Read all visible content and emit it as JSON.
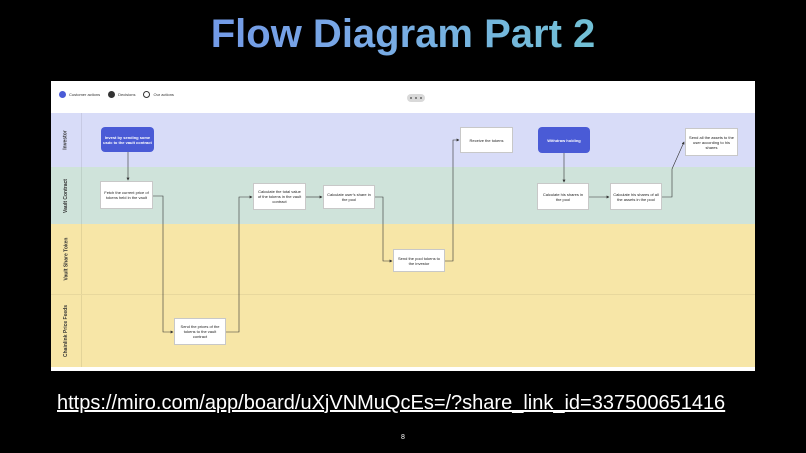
{
  "slide": {
    "title": "Flow Diagram Part 2",
    "url": "https://miro.com/app/board/uXjVNMuQcEs=/?share_link_id=337500651416",
    "page_number": "8"
  },
  "legend": [
    {
      "label": "Customer actions",
      "style": "filled",
      "color": "#4a5bd6"
    },
    {
      "label": "Decisions",
      "style": "filled",
      "color": "#333333"
    },
    {
      "label": "Our actions",
      "style": "hollow",
      "color": "#333333"
    }
  ],
  "lanes": [
    {
      "label": "Investor",
      "color": "#d8dcf8"
    },
    {
      "label": "Vault Contract",
      "color": "#cfe3da"
    },
    {
      "label": "Vault Share Token",
      "color": "#f7e6a7"
    },
    {
      "label": "Chainlink Price Feeds",
      "color": "#f7e6a7"
    }
  ],
  "nodes": [
    {
      "text": "Invest by sending some usdc to the vault contract",
      "type": "customer"
    },
    {
      "text": "Fetch the current price of tokens held in the vault",
      "type": "ours"
    },
    {
      "text": "Send the prices of the tokens to the vault contract",
      "type": "ours"
    },
    {
      "text": "Calculate the total value of the tokens in the vault contract",
      "type": "ours"
    },
    {
      "text": "Calculate user's share in the pool",
      "type": "ours"
    },
    {
      "text": "Send the pool tokens to the investor",
      "type": "ours"
    },
    {
      "text": "Receive the tokens",
      "type": "ours"
    },
    {
      "text": "Withdraw holding",
      "type": "customer"
    },
    {
      "text": "Calculate his shares in the pool",
      "type": "ours"
    },
    {
      "text": "Calculate his shares of all the assets in the pool",
      "type": "ours"
    },
    {
      "text": "Send all the assets to the user according to his shares",
      "type": "ours"
    }
  ]
}
